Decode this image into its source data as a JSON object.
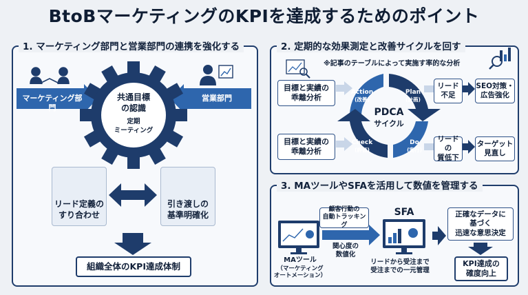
{
  "title": "BtoBマーケティングのKPIを達成するためのポイント",
  "section1": {
    "heading": "1. マーケティング部門と営業部門の連携を強化する",
    "marketing_label": "マーケティング部門",
    "sales_label": "営業部門",
    "gear_title_1": "共通目標",
    "gear_title_2": "の認識",
    "gear_sub_1": "定期",
    "gear_sub_2": "ミーティング",
    "lead_def_1": "リード定義の",
    "lead_def_2": "すり合わせ",
    "handover_1": "引き渡しの",
    "handover_2": "基準明確化",
    "result": "組織全体のKPI達成体制"
  },
  "section2": {
    "heading": "2. 定期的な効果測定と改善サイクルを回す",
    "note": "※記事のテーブルによって実施す率的な分析",
    "left_top_1": "目標と実績の",
    "left_top_2": "乖離分析",
    "left_bottom_1": "目標と実績の",
    "left_bottom_2": "乖離分析",
    "pdca_1": "PDCA",
    "pdca_2": "サイクル",
    "action": "Action",
    "action_sub": "(改善)",
    "plan": "Plan",
    "plan_sub": "(計画)",
    "check": "Check",
    "check_sub": "(評価)",
    "do": "Do",
    "do_sub": "(実行)",
    "issue_top_1": "リード",
    "issue_top_2": "不足",
    "fix_top_1": "SEO対策・",
    "fix_top_2": "広告強化",
    "issue_bottom_1": "リードの",
    "issue_bottom_2": "質低下",
    "fix_bottom_1": "ターゲット",
    "fix_bottom_2": "見直し"
  },
  "section3": {
    "heading": "3. MAツールやSFAを活用して数値を管理する",
    "ma_1": "MAツール",
    "ma_2": "（マーケティング",
    "ma_3": "オートメーション）",
    "tracking_1": "顧客行動の",
    "tracking_2": "自動トラッキング",
    "score_1": "関心度の",
    "score_2": "数値化",
    "sfa": "SFA",
    "sfa_desc_1": "リードから受注まで",
    "sfa_desc_2": "受注までの一元管理",
    "decision_1": "正確なデータに",
    "decision_2": "基づく",
    "decision_3": "迅速な意思決定",
    "outcome_1": "KPI達成の",
    "outcome_2": "確度向上"
  },
  "colors": {
    "navy": "#1e3c6b",
    "blue": "#2e66ad",
    "light": "#dfe8f3"
  }
}
